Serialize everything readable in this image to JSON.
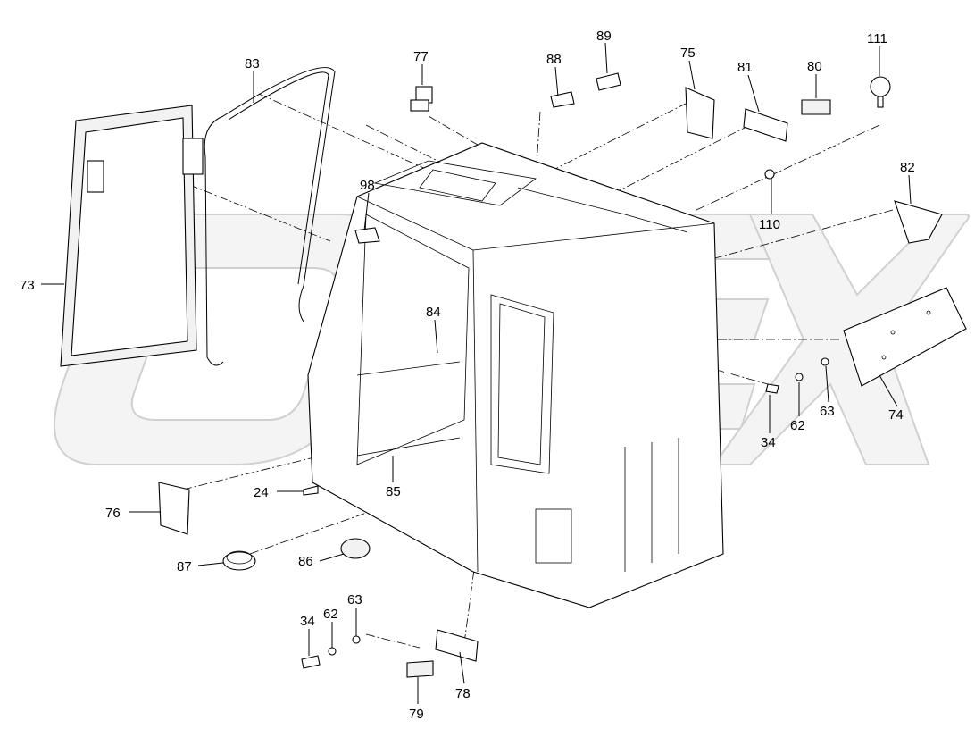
{
  "diagram": {
    "watermark": "OPEX",
    "labels": {
      "l73": "73",
      "l83": "83",
      "l77": "77",
      "l88": "88",
      "l89": "89",
      "l75": "75",
      "l81": "81",
      "l80": "80",
      "l111": "111",
      "l82": "82",
      "l98": "98",
      "l110": "110",
      "l84": "84",
      "l74": "74",
      "l34a": "34",
      "l62a": "62",
      "l63a": "63",
      "l85": "85",
      "l24": "24",
      "l76": "76",
      "l87": "87",
      "l86": "86",
      "l34b": "34",
      "l62b": "62",
      "l63b": "63",
      "l78": "78",
      "l79": "79"
    }
  }
}
